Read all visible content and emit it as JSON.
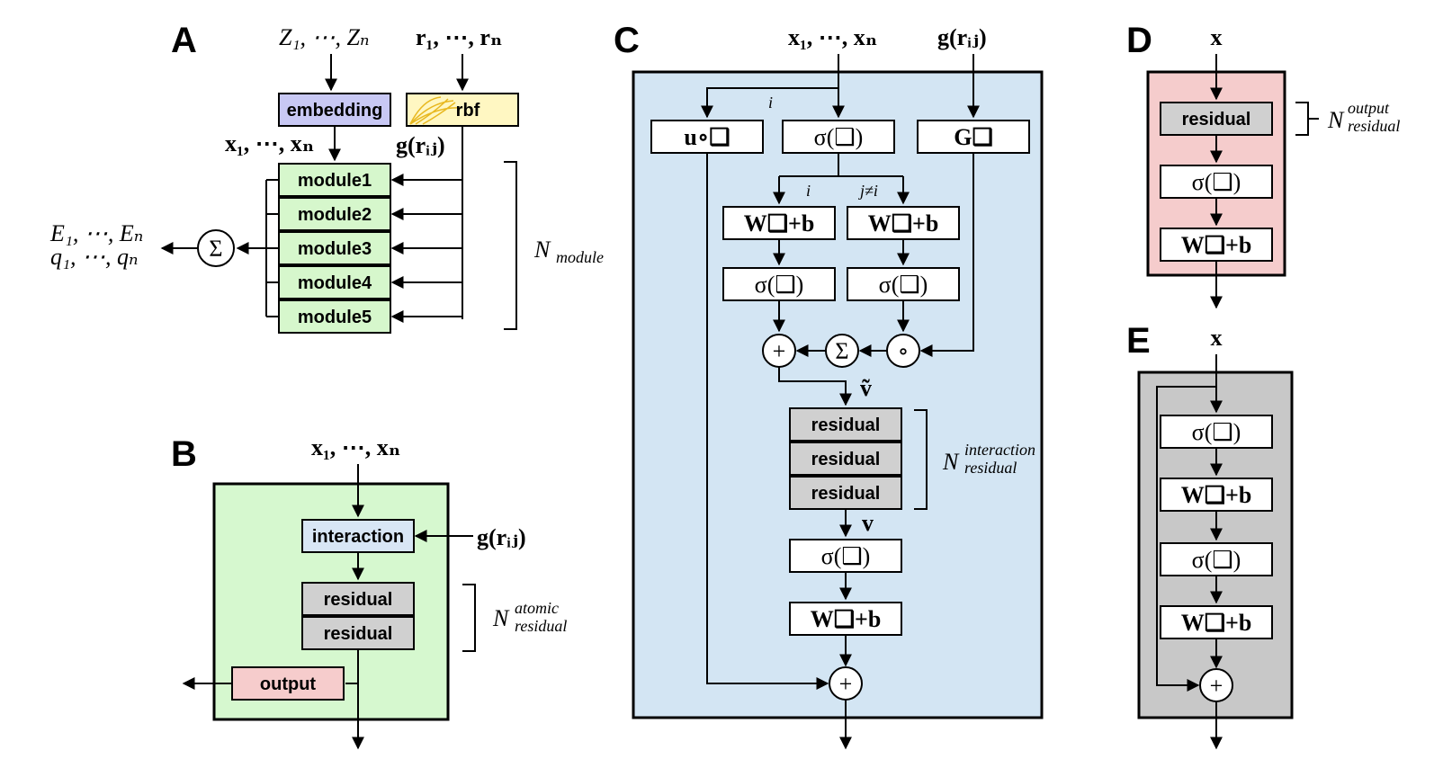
{
  "panels": {
    "A": {
      "letter": "A",
      "top_left_input": "Z₁, ⋯, Zₙ",
      "top_right_input": "r₁, ⋯, rₙ",
      "embedding": "embedding",
      "rbf": "rbf",
      "features": "x₁, ⋯, xₙ",
      "g_rij": "g(rᵢⱼ)",
      "modules": [
        "module1",
        "module2",
        "module3",
        "module4",
        "module5"
      ],
      "outputs_line1": "E₁, ⋯, Eₙ",
      "outputs_line2": "q₁, ⋯, qₙ",
      "sum": "Σ",
      "n_module": "N",
      "n_module_sub": "module"
    },
    "B": {
      "letter": "B",
      "input": "x₁, ⋯, xₙ",
      "interaction": "interaction",
      "g_rij": "g(rᵢⱼ)",
      "residuals": [
        "residual",
        "residual"
      ],
      "output": "output",
      "n": "N",
      "n_sup": "atomic",
      "n_sub": "residual"
    },
    "C": {
      "letter": "C",
      "input": "x₁, ⋯, xₙ",
      "g_rij": "g(rᵢⱼ)",
      "u_box": "u∘❑",
      "sigma_box": "σ(❑)",
      "G_box": "G❑",
      "i_label": "i",
      "i_label2": "i",
      "j_label": "j≠i",
      "W_box": "W❑+b",
      "plus": "+",
      "sum": "Σ",
      "circ": "∘",
      "v_tilde": "ṽ",
      "residuals": [
        "residual",
        "residual",
        "residual"
      ],
      "v": "v",
      "n": "N",
      "n_sup": "interaction",
      "n_sub": "residual"
    },
    "D": {
      "letter": "D",
      "input": "x",
      "residual": "residual",
      "sigma_box": "σ(❑)",
      "W_box": "W❑+b",
      "n": "N",
      "n_sup": "output",
      "n_sub": "residual"
    },
    "E": {
      "letter": "E",
      "input": "x",
      "sigma_box": "σ(❑)",
      "W_box": "W❑+b",
      "plus": "+"
    }
  },
  "colors": {
    "embedding": "#c8c8f4",
    "rbf": "#fff7c2",
    "module": "#d6f7cc",
    "panel_B": "#d6f8cf",
    "interaction": "#d8e6f5",
    "residual": "#d0d0d0",
    "output": "#f6cccc",
    "panel_C": "#d3e5f3",
    "panel_D": "#f5cccc",
    "panel_E": "#c8c8c8"
  }
}
